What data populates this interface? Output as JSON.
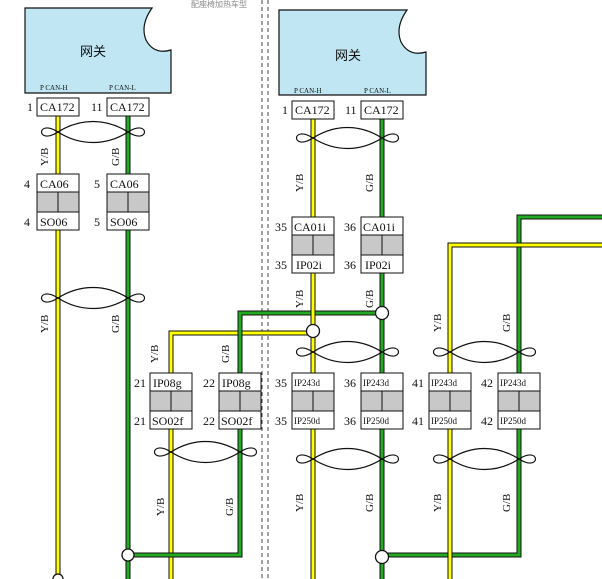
{
  "header_note": "配座椅加热车型",
  "gateways": [
    {
      "title": "网关",
      "pin_h_label": "P CAN-H",
      "pin_l_label": "P CAN-L"
    },
    {
      "title": "网关",
      "pin_h_label": "P CAN-H",
      "pin_l_label": "P CAN-L"
    }
  ],
  "wire_colors": {
    "yb": "Y/B",
    "gb": "G/B"
  },
  "colors": {
    "yellow": "#ffff00",
    "green": "#22aa22",
    "black": "#111111",
    "gateway_fill": "#bfe6f2",
    "connector_gray": "#c8c8c8"
  },
  "connectors": {
    "left_top": [
      {
        "pin": "1",
        "name": "CA172"
      },
      {
        "pin": "11",
        "name": "CA172"
      }
    ],
    "left_mid_top": [
      {
        "pin": "4",
        "name": "CA06"
      },
      {
        "pin": "5",
        "name": "CA06"
      }
    ],
    "left_mid_bottom": [
      {
        "pin": "4",
        "name": "SO06"
      },
      {
        "pin": "5",
        "name": "SO06"
      }
    ],
    "left_low_top": [
      {
        "pin": "21",
        "name": "IP08g"
      },
      {
        "pin": "22",
        "name": "IP08g"
      }
    ],
    "left_low_bottom": [
      {
        "pin": "21",
        "name": "SO02f"
      },
      {
        "pin": "22",
        "name": "SO02f"
      }
    ],
    "right_top": [
      {
        "pin": "1",
        "name": "CA172"
      },
      {
        "pin": "11",
        "name": "CA172"
      }
    ],
    "right_mid_top": [
      {
        "pin": "35",
        "name": "CA01i"
      },
      {
        "pin": "36",
        "name": "CA01i"
      }
    ],
    "right_mid_bottom": [
      {
        "pin": "35",
        "name": "IP02i"
      },
      {
        "pin": "36",
        "name": "IP02i"
      }
    ],
    "right_low_top": [
      {
        "pin": "35",
        "name": "IP243d"
      },
      {
        "pin": "36",
        "name": "IP243d"
      },
      {
        "pin": "41",
        "name": "IP243d"
      },
      {
        "pin": "42",
        "name": "IP243d"
      }
    ],
    "right_low_bottom": [
      {
        "pin": "35",
        "name": "IP250d"
      },
      {
        "pin": "36",
        "name": "IP250d"
      },
      {
        "pin": "41",
        "name": "IP250d"
      },
      {
        "pin": "42",
        "name": "IP250d"
      }
    ]
  }
}
